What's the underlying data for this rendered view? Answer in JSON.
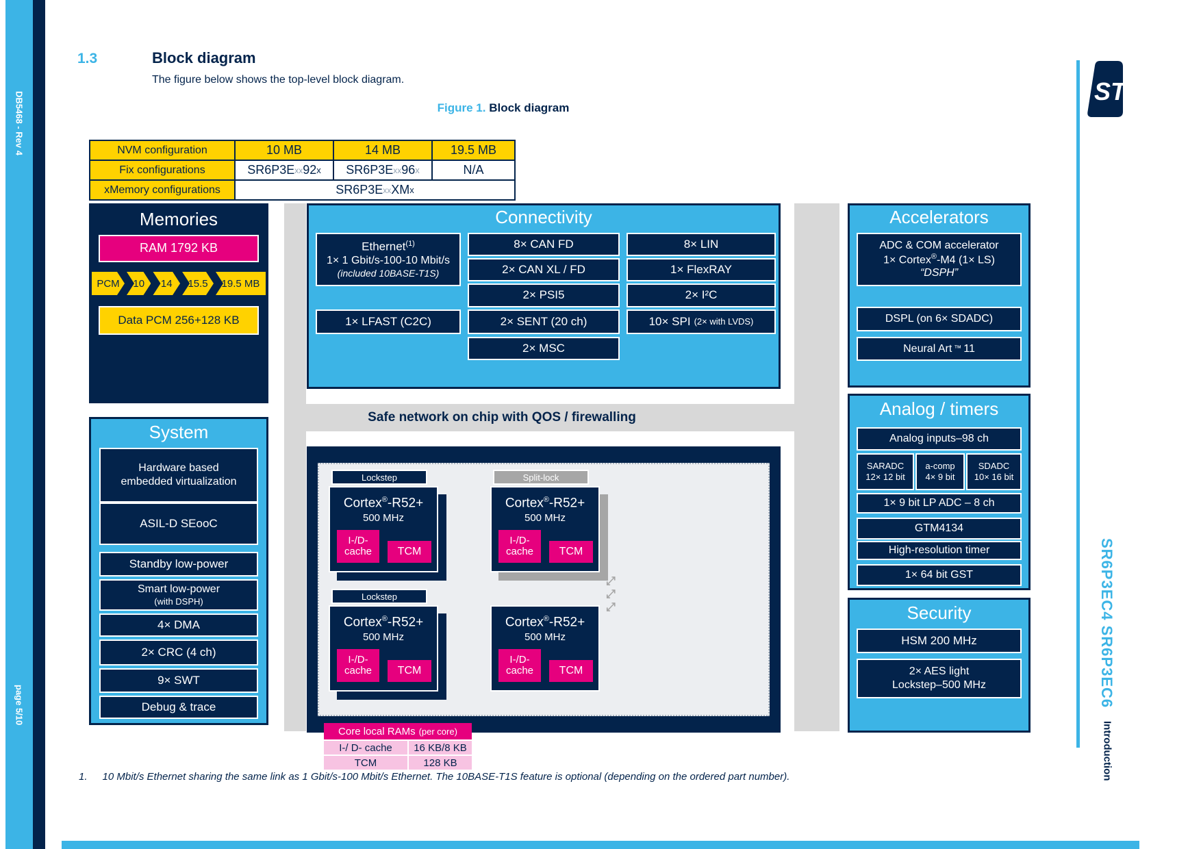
{
  "page": {
    "doc_ref": "DB5468 - Rev 4",
    "page_num": "page 5/10",
    "section_number": "1.3",
    "section_title": "Block diagram",
    "intro": "The figure below shows the top-level block diagram.",
    "figure_label": "Figure 1.",
    "figure_title": "Block diagram",
    "product": "SR6P3EC4 SR6P3EC6",
    "chapter": "Introduction",
    "footnote_num": "1.",
    "footnote": "10 Mbit/s Ethernet sharing the same link as 1 Gbit/s-100 Mbit/s Ethernet. The 10BASE-T1S feature is optional (depending on the ordered part number)."
  },
  "config_table": {
    "row1": {
      "label": "NVM configuration",
      "c1": "10 MB",
      "c2": "14 MB",
      "c3": "19.5 MB"
    },
    "row2": {
      "label": "Fix configurations",
      "c1": {
        "pre": "SR6P3E",
        "sub": "xx",
        "main": "92",
        "tail": "x"
      },
      "c2": {
        "pre": "SR6P3E",
        "sub": "xx",
        "main": "96",
        "tail": "x"
      },
      "c3": "N/A"
    },
    "row3": {
      "label": "xMemory configurations",
      "c": {
        "pre": "SR6P3E",
        "sub": "xx",
        "main": "XM",
        "tail": "x"
      }
    }
  },
  "memories": {
    "title": "Memories",
    "ram": "RAM 1792 KB",
    "pcm_steps": [
      "PCM",
      "10",
      "14",
      "15.5",
      "19.5 MB"
    ],
    "data_pcm": "Data PCM 256+128 KB"
  },
  "system": {
    "title": "System",
    "virtualization": "Hardware based embedded virtualization",
    "asil": "ASIL-D SEooC",
    "standby": "Standby low-power",
    "smart": "Smart low-power",
    "smart_sub": "(with DSPH)",
    "dma": "4× DMA",
    "crc": "2× CRC (4 ch)",
    "swt": "9× SWT",
    "debug": "Debug & trace"
  },
  "connectivity": {
    "title": "Connectivity",
    "ethernet": {
      "name": "Ethernet",
      "sup": "(1)",
      "speed": "1× 1 Gbit/s-100-10 Mbit/s",
      "note": "(included 10BASE-T1S)"
    },
    "lfast": "1× LFAST (C2C)",
    "can_fd": "8× CAN FD",
    "can_xl": "2× CAN XL / FD",
    "psi5": "2× PSI5",
    "sent": "2× SENT (20 ch)",
    "msc": "2× MSC",
    "lin": "8× LIN",
    "flexray": "1× FlexRAY",
    "i2c": "2× I²C",
    "spi": "10× SPI",
    "spi_note": "(2× with LVDS)"
  },
  "noc_banner": "Safe network on chip with QOS / firewalling",
  "cpu": {
    "lockstep": "Lockstep",
    "splitlock": "Split-lock",
    "name": "Cortex",
    "reg": "®",
    "suffix": "-R52+",
    "freq": "500 MHz",
    "cache1": "I-/D-",
    "cache2": "cache",
    "tcm": "TCM"
  },
  "core_ram_table": {
    "title": "Core local RAMs",
    "title_note": "(per core)",
    "row1": {
      "label": "I-/ D- cache",
      "value": "16 KB/8 KB"
    },
    "row2": {
      "label": "TCM",
      "value": "128 KB"
    }
  },
  "accelerators": {
    "title": "Accelerators",
    "adc_line1": "ADC & COM accelerator",
    "adc_line2a": "1× Cortex",
    "reg": "®",
    "adc_line2b": "-M4 (1× LS)",
    "adc_line3": "“DSPH”",
    "dspl": "DSPL (on 6× SDADC)",
    "neural_name": "Neural Art",
    "tm": "™",
    "neural_ver": "11"
  },
  "analog_timers": {
    "title": "Analog / timers",
    "inputs": "Analog inputs–98 ch",
    "saradc1": "SARADC",
    "saradc2": "12× 12 bit",
    "acomp1": "a-comp",
    "acomp2": "4× 9 bit",
    "sdadc1": "SDADC",
    "sdadc2": "10× 16 bit",
    "lp_adc": "1× 9 bit LP ADC – 8 ch",
    "gtm": "GTM4134",
    "hr_timer": "High-resolution timer",
    "gst": "1× 64 bit GST"
  },
  "security": {
    "title": "Security",
    "hsm": "HSM 200 MHz",
    "aes1": "2× AES light",
    "aes2": "Lockstep–500 MHz"
  },
  "icons": {
    "split_lock_arrow": "⤢",
    "logo_text": "ST"
  },
  "colors": {
    "navy": "#03234B",
    "blue": "#3CB4E6",
    "yellow": "#FFD200",
    "magenta": "#E6007E",
    "pink": "#F7C3E2",
    "gray": "#D8D8D8"
  }
}
